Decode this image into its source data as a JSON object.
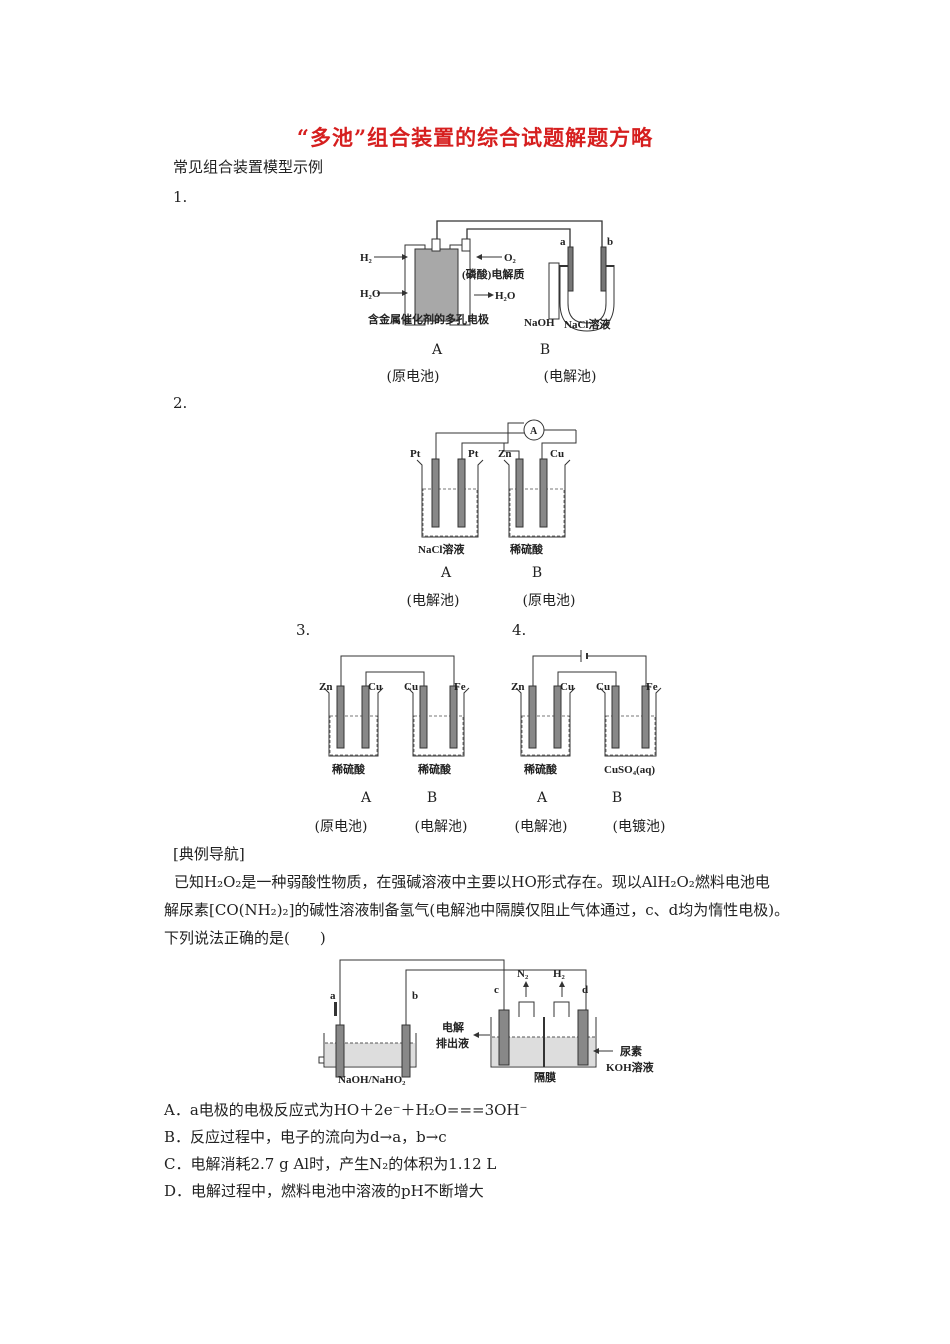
{
  "title": "“多池”组合装置的综合试题解题方略",
  "subtitle": "常见组合装置模型示例",
  "examples": [
    {
      "number": "1.",
      "labels": {
        "h2": "H₂",
        "o2": "O₂",
        "h2o_in": "H₂O",
        "h2o_out": "H₂O",
        "electrolyte": "(磷酸)电解质",
        "electrode": "含金属催化剂的多孔电极",
        "a": "a",
        "b": "b",
        "naoh": "NaOH",
        "nacl": "NaCl溶液"
      },
      "captions": [
        {
          "letter": "A",
          "type": "(原电池)"
        },
        {
          "letter": "B",
          "type": "(电解池)"
        }
      ]
    },
    {
      "number": "2.",
      "labels": {
        "pt1": "Pt",
        "pt2": "Pt",
        "zn": "Zn",
        "cu": "Cu",
        "meter": "A",
        "nacl": "NaCl溶液",
        "acid": "稀硫酸"
      },
      "captions": [
        {
          "letter": "A",
          "type": "(电解池)"
        },
        {
          "letter": "B",
          "type": "(原电池)"
        }
      ]
    },
    {
      "number": "3.",
      "labels": {
        "zn": "Zn",
        "cu1": "Cu",
        "cu2": "Cu",
        "fe": "Fe",
        "acid1": "稀硫酸",
        "acid2": "稀硫酸"
      },
      "captions": [
        {
          "letter": "A",
          "type": "(原电池)"
        },
        {
          "letter": "B",
          "type": "(电解池)"
        }
      ]
    },
    {
      "number": "4.",
      "labels": {
        "zn": "Zn",
        "cu1": "Cu",
        "cu2": "Cu",
        "fe": "Fe",
        "acid": "稀硫酸",
        "cuso4": "CuSO₄(aq)"
      },
      "captions": [
        {
          "letter": "A",
          "type": "(电解池)"
        },
        {
          "letter": "B",
          "type": "(电镀池)"
        }
      ]
    }
  ],
  "guide_heading": "[典例导航]",
  "question": {
    "line1": "已知H₂O₂是一种弱酸性物质，在强碱溶液中主要以HO形式存在。现以AlH₂O₂燃料电池电",
    "line2": "解尿素[CO(NH₂)₂]的碱性溶液制备氢气(电解池中隔膜仅阻止气体通过，c、d均为惰性电极)。",
    "line3": "下列说法正确的是(　　)"
  },
  "q_figure": {
    "a": "a",
    "b": "b",
    "c": "c",
    "d": "d",
    "n2": "N₂",
    "h2": "H₂",
    "out1": "电解",
    "out2": "排出液",
    "urea": "尿素",
    "koh": "KOH溶液",
    "naoh": "NaOH/NaHO₂",
    "membrane": "隔膜"
  },
  "options": [
    "A．a电极的电极反应式为HO＋2e⁻＋H₂O===3OH⁻",
    "B．反应过程中，电子的流向为d→a，b→c",
    "C．电解消耗2.7 g Al时，产生N₂的体积为1.12 L",
    "D．电解过程中，燃料电池中溶液的pH不断增大"
  ]
}
